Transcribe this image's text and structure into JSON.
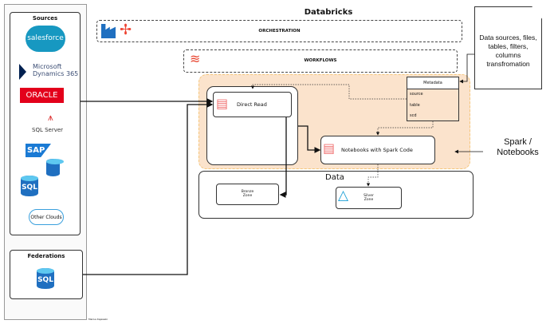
{
  "title": "Databricks",
  "sources": {
    "label": "Sources",
    "items": [
      "salesforce",
      "Microsoft",
      "Dynamics 365",
      "ORACLE",
      "SQL Server",
      "SAP",
      "SQL",
      "Other Clouds"
    ]
  },
  "federations": {
    "label": "Federations",
    "item": "SQL"
  },
  "author": "Marius Kajewski",
  "orchestration": "ORCHESTRATION",
  "workflows": "WORKFLOWS",
  "direct_read": "Direct Read",
  "notebooks": "Notebooks with Spark Code",
  "metadata": {
    "title": "Metadata",
    "rows": [
      "source",
      "table",
      "scd"
    ]
  },
  "data": {
    "label": "Data",
    "bronze": [
      "Bronze",
      "Zone"
    ],
    "silver": [
      "Silver",
      "Zone"
    ]
  },
  "note": "Data sources, files, tables, filters, columns transfromation",
  "spark_label": "Spark / Notebooks",
  "colors": {
    "orange_fill": "#fbe3cc",
    "oracle": "#e3001b",
    "sql": "#1f6fc0"
  }
}
